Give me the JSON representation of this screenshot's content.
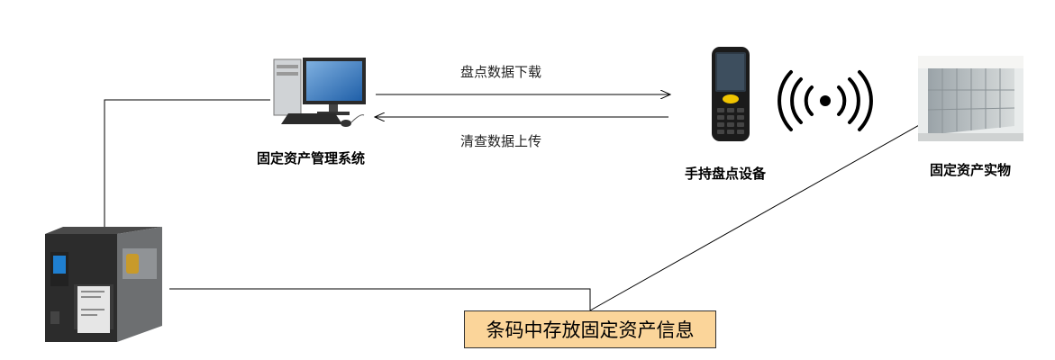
{
  "nodes": {
    "system": {
      "label": "固定资产管理系统",
      "icon": "desktop-computer-icon"
    },
    "handheld": {
      "label": "手持盘点设备",
      "icon": "handheld-scanner-icon"
    },
    "assets": {
      "label": "固定资产实物",
      "icon": "storage-cabinet-icon"
    },
    "printer": {
      "icon": "label-printer-icon"
    }
  },
  "edges": {
    "download": {
      "label": "盘点数据下载"
    },
    "upload": {
      "label": "清查数据上传"
    }
  },
  "note": {
    "label": "条码中存放固定资产信息"
  },
  "wireless": {
    "icon": "wireless-signal-icon"
  }
}
